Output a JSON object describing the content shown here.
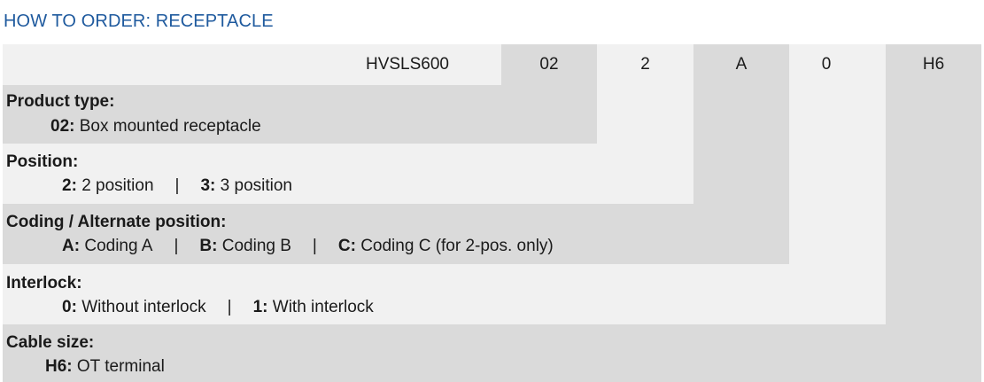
{
  "title": "HOW TO ORDER: RECEPTACLE",
  "codes": [
    "HVSLS600",
    "02",
    "2",
    "A",
    "0",
    "H6"
  ],
  "sections": [
    {
      "header": "Product type:",
      "options": [
        {
          "code": "02:",
          "label": "Box mounted receptacle"
        }
      ]
    },
    {
      "header": "Position:",
      "options": [
        {
          "code": "2:",
          "label": "2 position"
        },
        {
          "code": "3:",
          "label": "3 position"
        }
      ]
    },
    {
      "header": "Coding / Alternate position:",
      "options": [
        {
          "code": "A:",
          "label": "Coding A"
        },
        {
          "code": "B:",
          "label": "Coding B"
        },
        {
          "code": "C:",
          "label": "Coding C (for 2-pos. only)"
        }
      ]
    },
    {
      "header": "Interlock:",
      "options": [
        {
          "code": "0:",
          "label": "Without interlock"
        },
        {
          "code": "1:",
          "label": "With interlock"
        }
      ]
    },
    {
      "header": "Cable size:",
      "options": [
        {
          "code": "H6:",
          "label": "OT terminal"
        }
      ]
    }
  ],
  "separator": "|"
}
